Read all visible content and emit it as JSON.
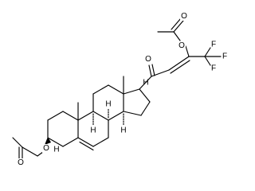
{
  "molecule": {
    "atom_labels": {
      "o_acetyl_right_carbonyl": "O",
      "o_acetyl_right_ester": "O",
      "f_top": "F",
      "f_right": "F",
      "f_bottom": "F",
      "o_ketone": "O",
      "h_c9": "H",
      "h_c8": "H",
      "h_c14": "H",
      "h_c3": "H",
      "o_acetyl_left_ester": "O",
      "o_acetyl_left_carbonyl": "O",
      "h_c17": "H"
    },
    "colors": {
      "bond": "#000000",
      "label": "#000000",
      "background": "#ffffff"
    }
  }
}
